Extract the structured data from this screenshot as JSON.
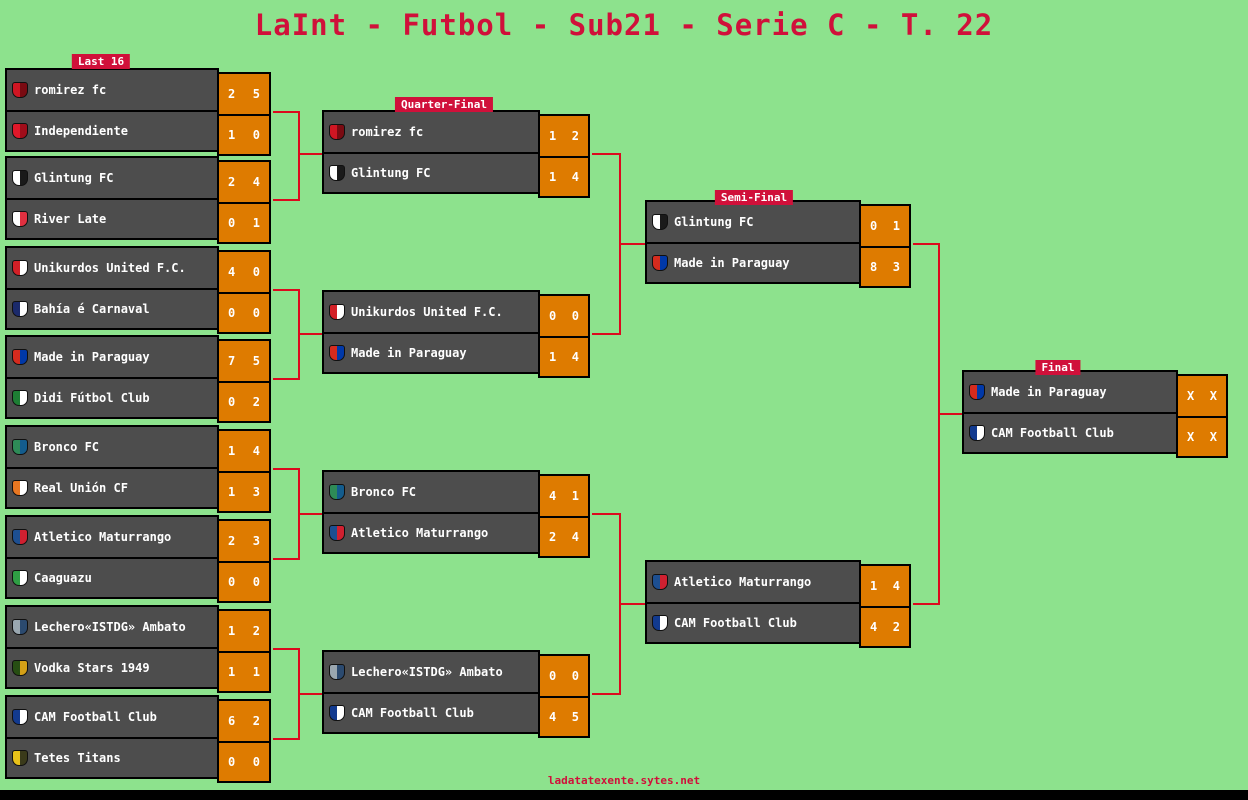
{
  "title": "LaInt - Futbol - Sub21 - Serie C - T. 22",
  "footer": {
    "url": "ladatatexente.sytes.net"
  },
  "colors": {
    "background": "#8de28d",
    "accent": "#d0103a",
    "box": "#4d4d4d",
    "score": "#de7b00",
    "line": "#dc0a1e"
  },
  "rounds": {
    "last16": {
      "label": "Last 16",
      "matches": [
        {
          "teams": [
            {
              "name": "romirez fc",
              "s1": "2",
              "s2": "5",
              "icon": [
                "#d01623",
                "#7a0b12"
              ]
            },
            {
              "name": "Independiente",
              "s1": "1",
              "s2": "0",
              "icon": [
                "#e0182a",
                "#a00d1a"
              ]
            }
          ]
        },
        {
          "teams": [
            {
              "name": "Glintung FC",
              "s1": "2",
              "s2": "4",
              "icon": [
                "#ffffff",
                "#1a1a1a"
              ]
            },
            {
              "name": "River Late",
              "s1": "0",
              "s2": "1",
              "icon": [
                "#ffffff",
                "#e03040"
              ]
            }
          ]
        },
        {
          "teams": [
            {
              "name": "Unikurdos United F.C.",
              "s1": "4",
              "s2": "0",
              "icon": [
                "#d32027",
                "#ffffff"
              ]
            },
            {
              "name": "Bahía é Carnaval",
              "s1": "0",
              "s2": "0",
              "icon": [
                "#1b2a6b",
                "#ffffff"
              ]
            }
          ]
        },
        {
          "teams": [
            {
              "name": "Made in Paraguay",
              "s1": "7",
              "s2": "5",
              "icon": [
                "#d52b1e",
                "#0038a8"
              ]
            },
            {
              "name": "Didi Fútbol Club",
              "s1": "0",
              "s2": "2",
              "icon": [
                "#1e7e34",
                "#ffffff"
              ]
            }
          ]
        },
        {
          "teams": [
            {
              "name": "Bronco FC",
              "s1": "1",
              "s2": "4",
              "icon": [
                "#2e8b57",
                "#135c8d"
              ]
            },
            {
              "name": "Real Unión CF",
              "s1": "1",
              "s2": "3",
              "icon": [
                "#e87722",
                "#ffffff"
              ]
            }
          ]
        },
        {
          "teams": [
            {
              "name": "Atletico Maturrango",
              "s1": "2",
              "s2": "3",
              "icon": [
                "#1d4f91",
                "#d02030"
              ]
            },
            {
              "name": "Caaguazu",
              "s1": "0",
              "s2": "0",
              "icon": [
                "#2f9e44",
                "#ffffff"
              ]
            }
          ]
        },
        {
          "teams": [
            {
              "name": "Lechero«ISTDG» Ambato",
              "s1": "1",
              "s2": "2",
              "icon": [
                "#9aa7b0",
                "#2b4a6f"
              ]
            },
            {
              "name": "Vodka Stars 1949",
              "s1": "1",
              "s2": "1",
              "icon": [
                "#274e13",
                "#d4a017"
              ]
            }
          ]
        },
        {
          "teams": [
            {
              "name": "CAM Football Club",
              "s1": "6",
              "s2": "2",
              "icon": [
                "#123a8f",
                "#ffffff"
              ]
            },
            {
              "name": "Tetes Titans",
              "s1": "0",
              "s2": "0",
              "icon": [
                "#e8c21a",
                "#3a3a1a"
              ]
            }
          ]
        }
      ]
    },
    "qf": {
      "label": "Quarter-Final",
      "matches": [
        {
          "teams": [
            {
              "name": "romirez fc",
              "s1": "1",
              "s2": "2",
              "icon": [
                "#d01623",
                "#7a0b12"
              ]
            },
            {
              "name": "Glintung FC",
              "s1": "1",
              "s2": "4",
              "icon": [
                "#ffffff",
                "#1a1a1a"
              ]
            }
          ]
        },
        {
          "teams": [
            {
              "name": "Unikurdos United F.C.",
              "s1": "0",
              "s2": "0",
              "icon": [
                "#d32027",
                "#ffffff"
              ]
            },
            {
              "name": "Made in Paraguay",
              "s1": "1",
              "s2": "4",
              "icon": [
                "#d52b1e",
                "#0038a8"
              ]
            }
          ]
        },
        {
          "teams": [
            {
              "name": "Bronco FC",
              "s1": "4",
              "s2": "1",
              "icon": [
                "#2e8b57",
                "#135c8d"
              ]
            },
            {
              "name": "Atletico Maturrango",
              "s1": "2",
              "s2": "4",
              "icon": [
                "#1d4f91",
                "#d02030"
              ]
            }
          ]
        },
        {
          "teams": [
            {
              "name": "Lechero«ISTDG» Ambato",
              "s1": "0",
              "s2": "0",
              "icon": [
                "#9aa7b0",
                "#2b4a6f"
              ]
            },
            {
              "name": "CAM Football Club",
              "s1": "4",
              "s2": "5",
              "icon": [
                "#123a8f",
                "#ffffff"
              ]
            }
          ]
        }
      ]
    },
    "sf": {
      "label": "Semi-Final",
      "matches": [
        {
          "teams": [
            {
              "name": "Glintung FC",
              "s1": "0",
              "s2": "1",
              "icon": [
                "#ffffff",
                "#1a1a1a"
              ]
            },
            {
              "name": "Made in Paraguay",
              "s1": "8",
              "s2": "3",
              "icon": [
                "#d52b1e",
                "#0038a8"
              ]
            }
          ]
        },
        {
          "teams": [
            {
              "name": "Atletico Maturrango",
              "s1": "1",
              "s2": "4",
              "icon": [
                "#1d4f91",
                "#d02030"
              ]
            },
            {
              "name": "CAM Football Club",
              "s1": "4",
              "s2": "2",
              "icon": [
                "#123a8f",
                "#ffffff"
              ]
            }
          ]
        }
      ]
    },
    "final": {
      "label": "Final",
      "matches": [
        {
          "teams": [
            {
              "name": "Made in Paraguay",
              "s1": "X",
              "s2": "X",
              "icon": [
                "#d52b1e",
                "#0038a8"
              ]
            },
            {
              "name": "CAM Football Club",
              "s1": "X",
              "s2": "X",
              "icon": [
                "#123a8f",
                "#ffffff"
              ]
            }
          ]
        }
      ]
    }
  }
}
